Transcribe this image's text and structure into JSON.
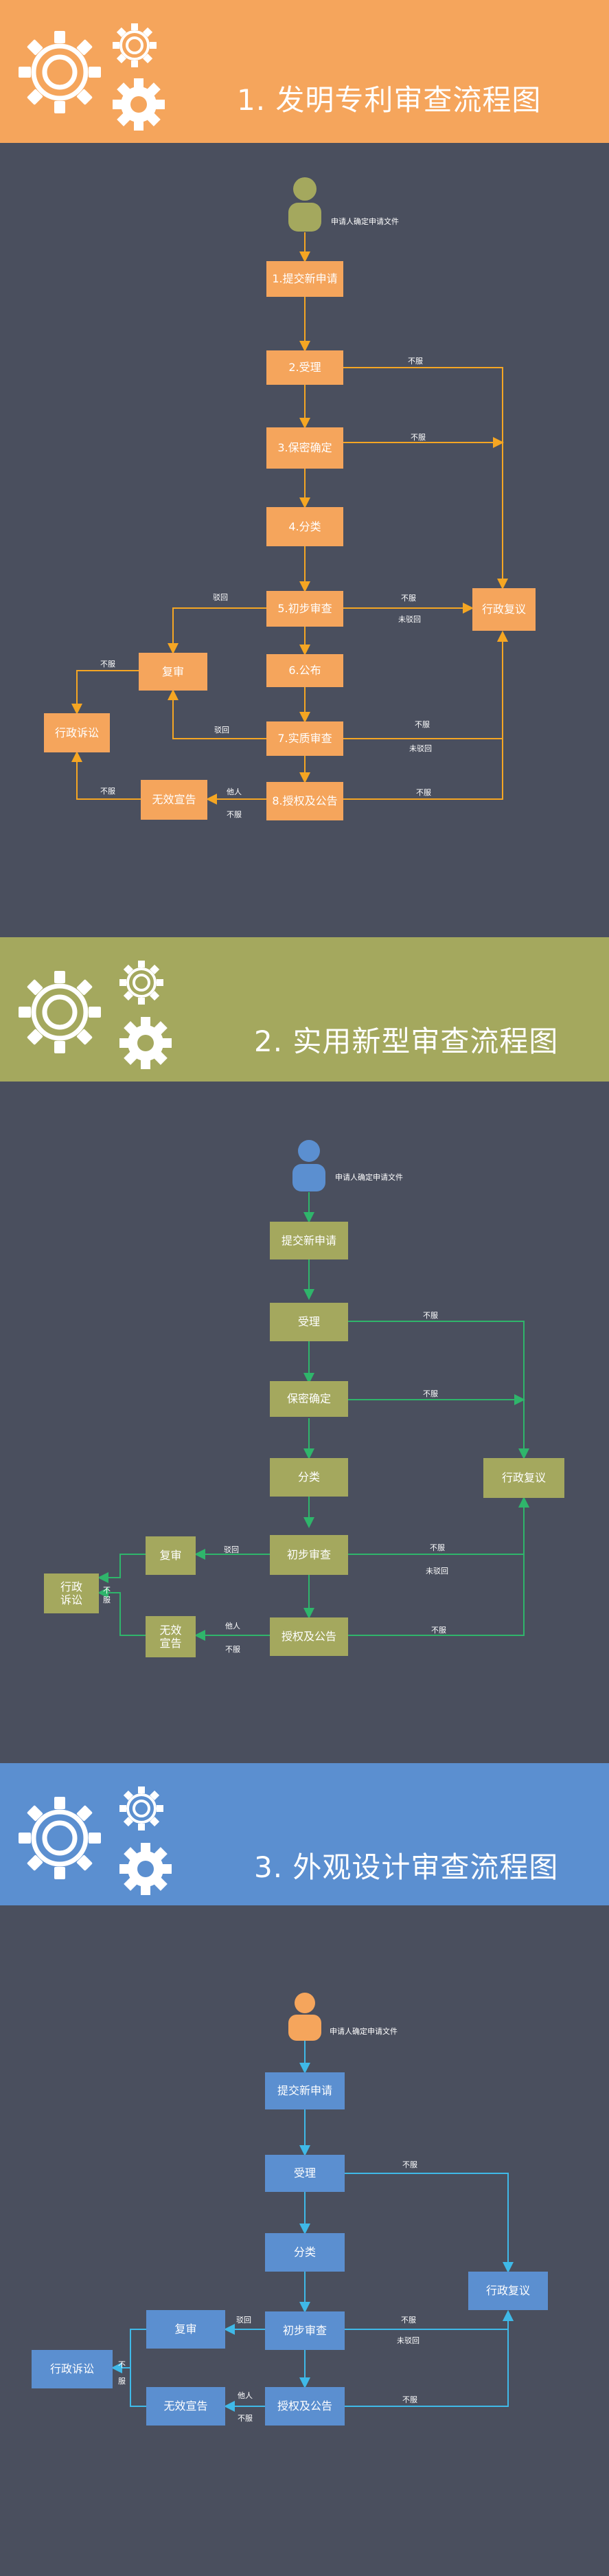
{
  "sections": [
    {
      "title": "1. 发明专利审查流程图",
      "band_color": "#f5a55c",
      "node_color": "#f5a55c",
      "line_color": "#f5a623",
      "applicant": "申请人确定申请文件",
      "nodes": {
        "submit": "1.提交新申请",
        "accept": "2.受理",
        "secret": "3.保密确定",
        "classify": "4.分类",
        "prelim": "5.初步审查",
        "publish": "6.公布",
        "substantive": "7.实质审查",
        "grant": "8.授权及公告",
        "review": "复审",
        "admin_review": "行政复议",
        "litigation": "行政诉讼",
        "invalid": "无效宣告"
      },
      "edge_labels": {
        "not_accept": "不服",
        "not_secret": "不服",
        "prelim_reject": "驳回",
        "prelim_not": "不服",
        "prelim_not_reject": "未驳回",
        "review_not": "不服",
        "sub_reject": "驳回",
        "sub_not": "不服",
        "sub_not_reject": "未驳回",
        "invalid_not": "不服",
        "grant_others": "他人",
        "grant_not": "不服",
        "grant_not2": "不服"
      }
    },
    {
      "title": "2. 实用新型审查流程图",
      "band_color": "#a4a85e",
      "node_color": "#a4a85e",
      "line_color": "#2fb56b",
      "applicant": "申请人确定申请文件",
      "nodes": {
        "submit": "提交新申请",
        "accept": "受理",
        "secret": "保密确定",
        "classify": "分类",
        "prelim": "初步审查",
        "grant": "授权及公告",
        "review": "复审",
        "admin_review": "行政复议",
        "litigation": "行政\n诉讼",
        "invalid": "无效\n宣告"
      },
      "edge_labels": {
        "not_accept": "不服",
        "not_secret": "不服",
        "prelim_reject": "驳回",
        "prelim_not": "不服",
        "prelim_not_reject": "未驳回",
        "lit_not": "不服",
        "grant_others": "他人",
        "grant_not": "不服",
        "grant_not2": "不服"
      }
    },
    {
      "title": "3. 外观设计审查流程图",
      "band_color": "#5b8fd0",
      "node_color": "#5b8fd0",
      "line_color": "#3fb9e8",
      "applicant": "申请人确定申请文件",
      "nodes": {
        "submit": "提交新申请",
        "accept": "受理",
        "classify": "分类",
        "prelim": "初步审查",
        "grant": "授权及公告",
        "review": "复审",
        "admin_review": "行政复议",
        "litigation": "行政诉讼",
        "invalid": "无效宣告"
      },
      "edge_labels": {
        "not_accept": "不服",
        "prelim_reject": "驳回",
        "prelim_not": "不服",
        "prelim_not_reject": "未驳回",
        "lit_not": "不服",
        "grant_others": "他人",
        "grant_not": "不服",
        "grant_not2": "不服"
      }
    }
  ]
}
